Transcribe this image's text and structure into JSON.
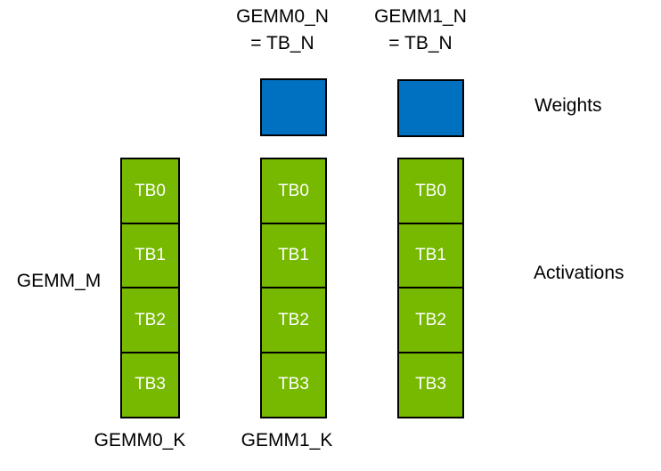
{
  "colors": {
    "activation_green": "#76B900",
    "weight_blue": "#0070C0",
    "border_black": "#000000",
    "canvas_white": "#FFFFFF",
    "tb_text_white": "#FFFFFF",
    "label_text_black": "#000000"
  },
  "top_labels": [
    {
      "line1": "GEMM0_N",
      "line2": "= TB_N"
    },
    {
      "line1": "GEMM1_N",
      "line2": "= TB_N"
    }
  ],
  "right_labels": {
    "weights": "Weights",
    "activations": "Activations"
  },
  "left_labels": {
    "gemm_m": "GEMM_M"
  },
  "bottom_labels": [
    {
      "text": "GEMM0_K"
    },
    {
      "text": "GEMM1_K"
    }
  ],
  "columns": [
    {
      "blocks": [
        "TB0",
        "TB1",
        "TB2",
        "TB3"
      ]
    },
    {
      "blocks": [
        "TB0",
        "TB1",
        "TB2",
        "TB3"
      ]
    },
    {
      "blocks": [
        "TB0",
        "TB1",
        "TB2",
        "TB3"
      ]
    }
  ]
}
